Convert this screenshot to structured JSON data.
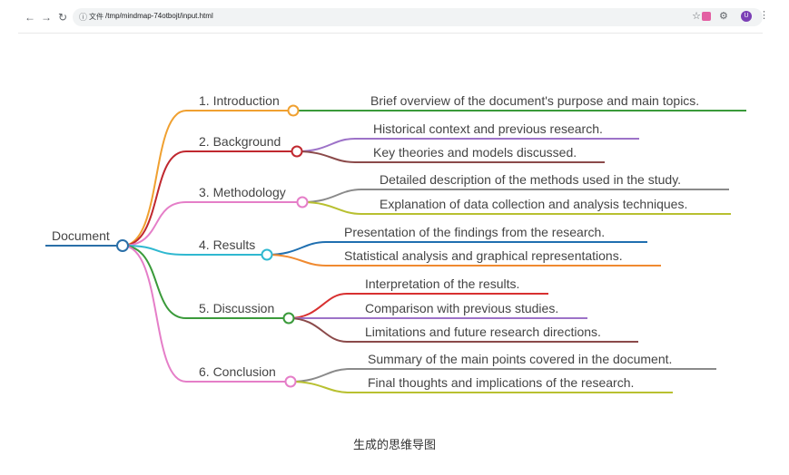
{
  "browser": {
    "file_label": "文件",
    "url": "/tmp/mindmap-74otbojt/input.html"
  },
  "caption": "生成的思维导图",
  "mindmap": {
    "root": {
      "label": "Document",
      "color": "#2a6fa8"
    },
    "branches": [
      {
        "label": "1. Introduction",
        "color": "#f0a030",
        "leaves": [
          {
            "label": "Brief overview of the document's purpose and main topics.",
            "color": "#3a9a3a"
          }
        ]
      },
      {
        "label": "2. Background",
        "color": "#c0282f",
        "leaves": [
          {
            "label": "Historical context and previous research.",
            "color": "#9d72c8"
          },
          {
            "label": "Key theories and models discussed.",
            "color": "#8b4a4a"
          }
        ]
      },
      {
        "label": "3. Methodology",
        "color": "#e57ec8",
        "leaves": [
          {
            "label": "Detailed description of the methods used in the study.",
            "color": "#8a8a8a"
          },
          {
            "label": "Explanation of data collection and analysis techniques.",
            "color": "#b8c030"
          }
        ]
      },
      {
        "label": "4. Results",
        "color": "#2fb8d0",
        "leaves": [
          {
            "label": "Presentation of the findings from the research.",
            "color": "#1f6fb0"
          },
          {
            "label": "Statistical analysis and graphical representations.",
            "color": "#f08a30"
          }
        ]
      },
      {
        "label": "5. Discussion",
        "color": "#3a9a3a",
        "leaves": [
          {
            "label": "Interpretation of the results.",
            "color": "#d83030"
          },
          {
            "label": "Comparison with previous studies.",
            "color": "#9d72c8"
          },
          {
            "label": "Limitations and future research directions.",
            "color": "#8b4a4a"
          }
        ]
      },
      {
        "label": "6. Conclusion",
        "color": "#e57ec8",
        "leaves": [
          {
            "label": "Summary of the main points covered in the document.",
            "color": "#8a8a8a"
          },
          {
            "label": "Final thoughts and implications of the research.",
            "color": "#b8c030"
          }
        ]
      }
    ]
  }
}
